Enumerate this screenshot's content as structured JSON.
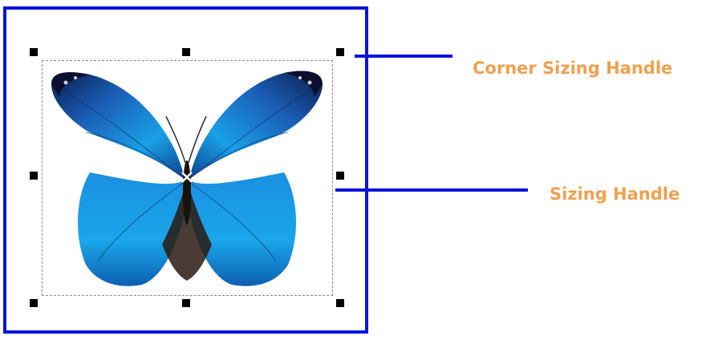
{
  "callouts": {
    "corner_sizing_handle": "Corner Sizing Handle",
    "sizing_handle": "Sizing Handle"
  },
  "colors": {
    "frame_border": "#0a14dc",
    "callout_line": "#0a14dc",
    "callout_text": "#f0a050",
    "handle": "#000000",
    "selection_outline": "#8a8a8a",
    "wing_blue": "#1aa0e6",
    "wing_dark": "#0b1a4a"
  },
  "image": {
    "subject_icon": "butterfly-image"
  }
}
